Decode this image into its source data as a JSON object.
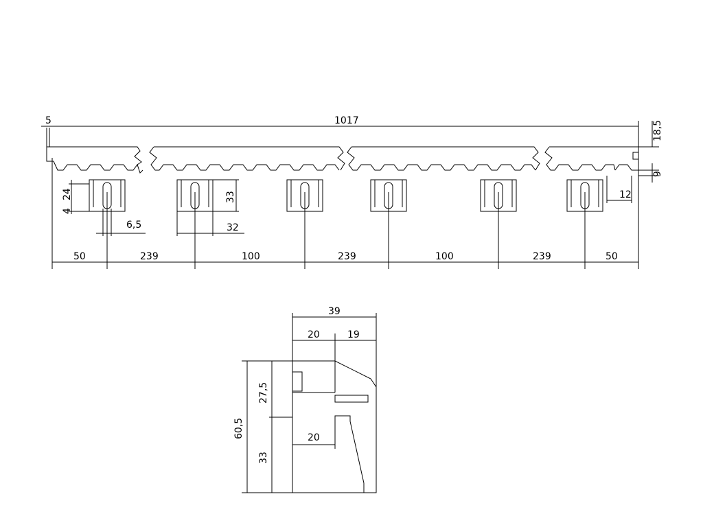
{
  "drawing": {
    "top_view": {
      "overall_length": "1017",
      "end_offset": "5",
      "rack_height": "18,5",
      "tooth_height": "9",
      "slot_spacing": "12",
      "bracket_width": "32",
      "bracket_height": "33",
      "slot_height": "24",
      "slot_top": "4",
      "slot_width": "6,5",
      "spacings": [
        "50",
        "239",
        "100",
        "239",
        "100",
        "239",
        "50"
      ]
    },
    "side_view": {
      "total_width": "39",
      "left_width": "20",
      "right_width": "19",
      "upper_height": "27,5",
      "total_height": "60,5",
      "lower_height": "33",
      "lower_width": "20"
    }
  }
}
